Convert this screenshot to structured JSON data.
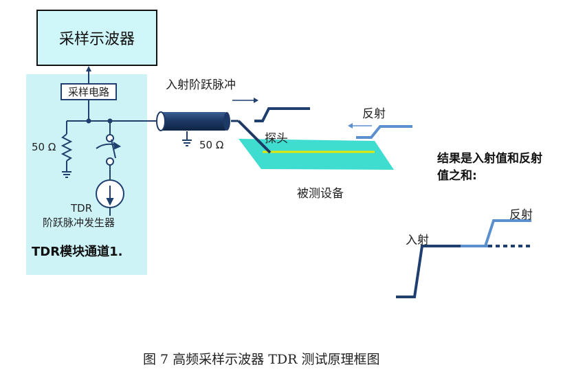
{
  "scope": {
    "title": "采样示波器"
  },
  "sampling_circuit": {
    "label": "采样电路"
  },
  "module": {
    "resistor_label": "50 Ω",
    "generator_line1": "TDR",
    "generator_line2": "阶跃脉冲发生器",
    "channel_label": "TDR模块通道1."
  },
  "cable": {
    "termination_label": "50 Ω"
  },
  "incident": {
    "label": "入射阶跃脉冲"
  },
  "probe": {
    "label": "探头"
  },
  "dut": {
    "label": "被测设备"
  },
  "reflection": {
    "label": "反射"
  },
  "result": {
    "line1": "结果是入射值和反射",
    "line2": "值之和:",
    "incident_label": "入射",
    "reflected_label": "反射"
  },
  "caption": "图 7  高频采样示波器 TDR 测试原理框图",
  "colors": {
    "module_bg": "#cdf3f6",
    "scope_bg": "#cff6f8",
    "dark_blue": "#1f3f6e",
    "light_blue": "#5b8fcd",
    "board": "#3fdcd0",
    "trace": "#e6e600"
  }
}
